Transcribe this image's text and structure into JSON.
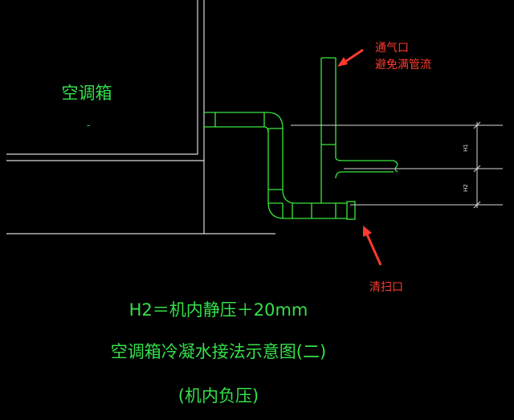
{
  "diagram": {
    "box_label": "空调箱",
    "box_mark": "-",
    "vent_note_line1": "通气口",
    "vent_note_line2": "避免满管流",
    "cleanout_note": "清扫口",
    "dim_h1": "H1",
    "dim_h2": "H2",
    "title_line1": "H2＝机内静压＋20mm",
    "title_line2": "空调箱冷凝水接法示意图(二)",
    "title_line3": "(机内负压)"
  },
  "colors": {
    "background": "#000000",
    "pipe": "#39e63c",
    "outline": "#d8d8d8",
    "note": "#ff3a2f",
    "title": "#35e04a"
  }
}
